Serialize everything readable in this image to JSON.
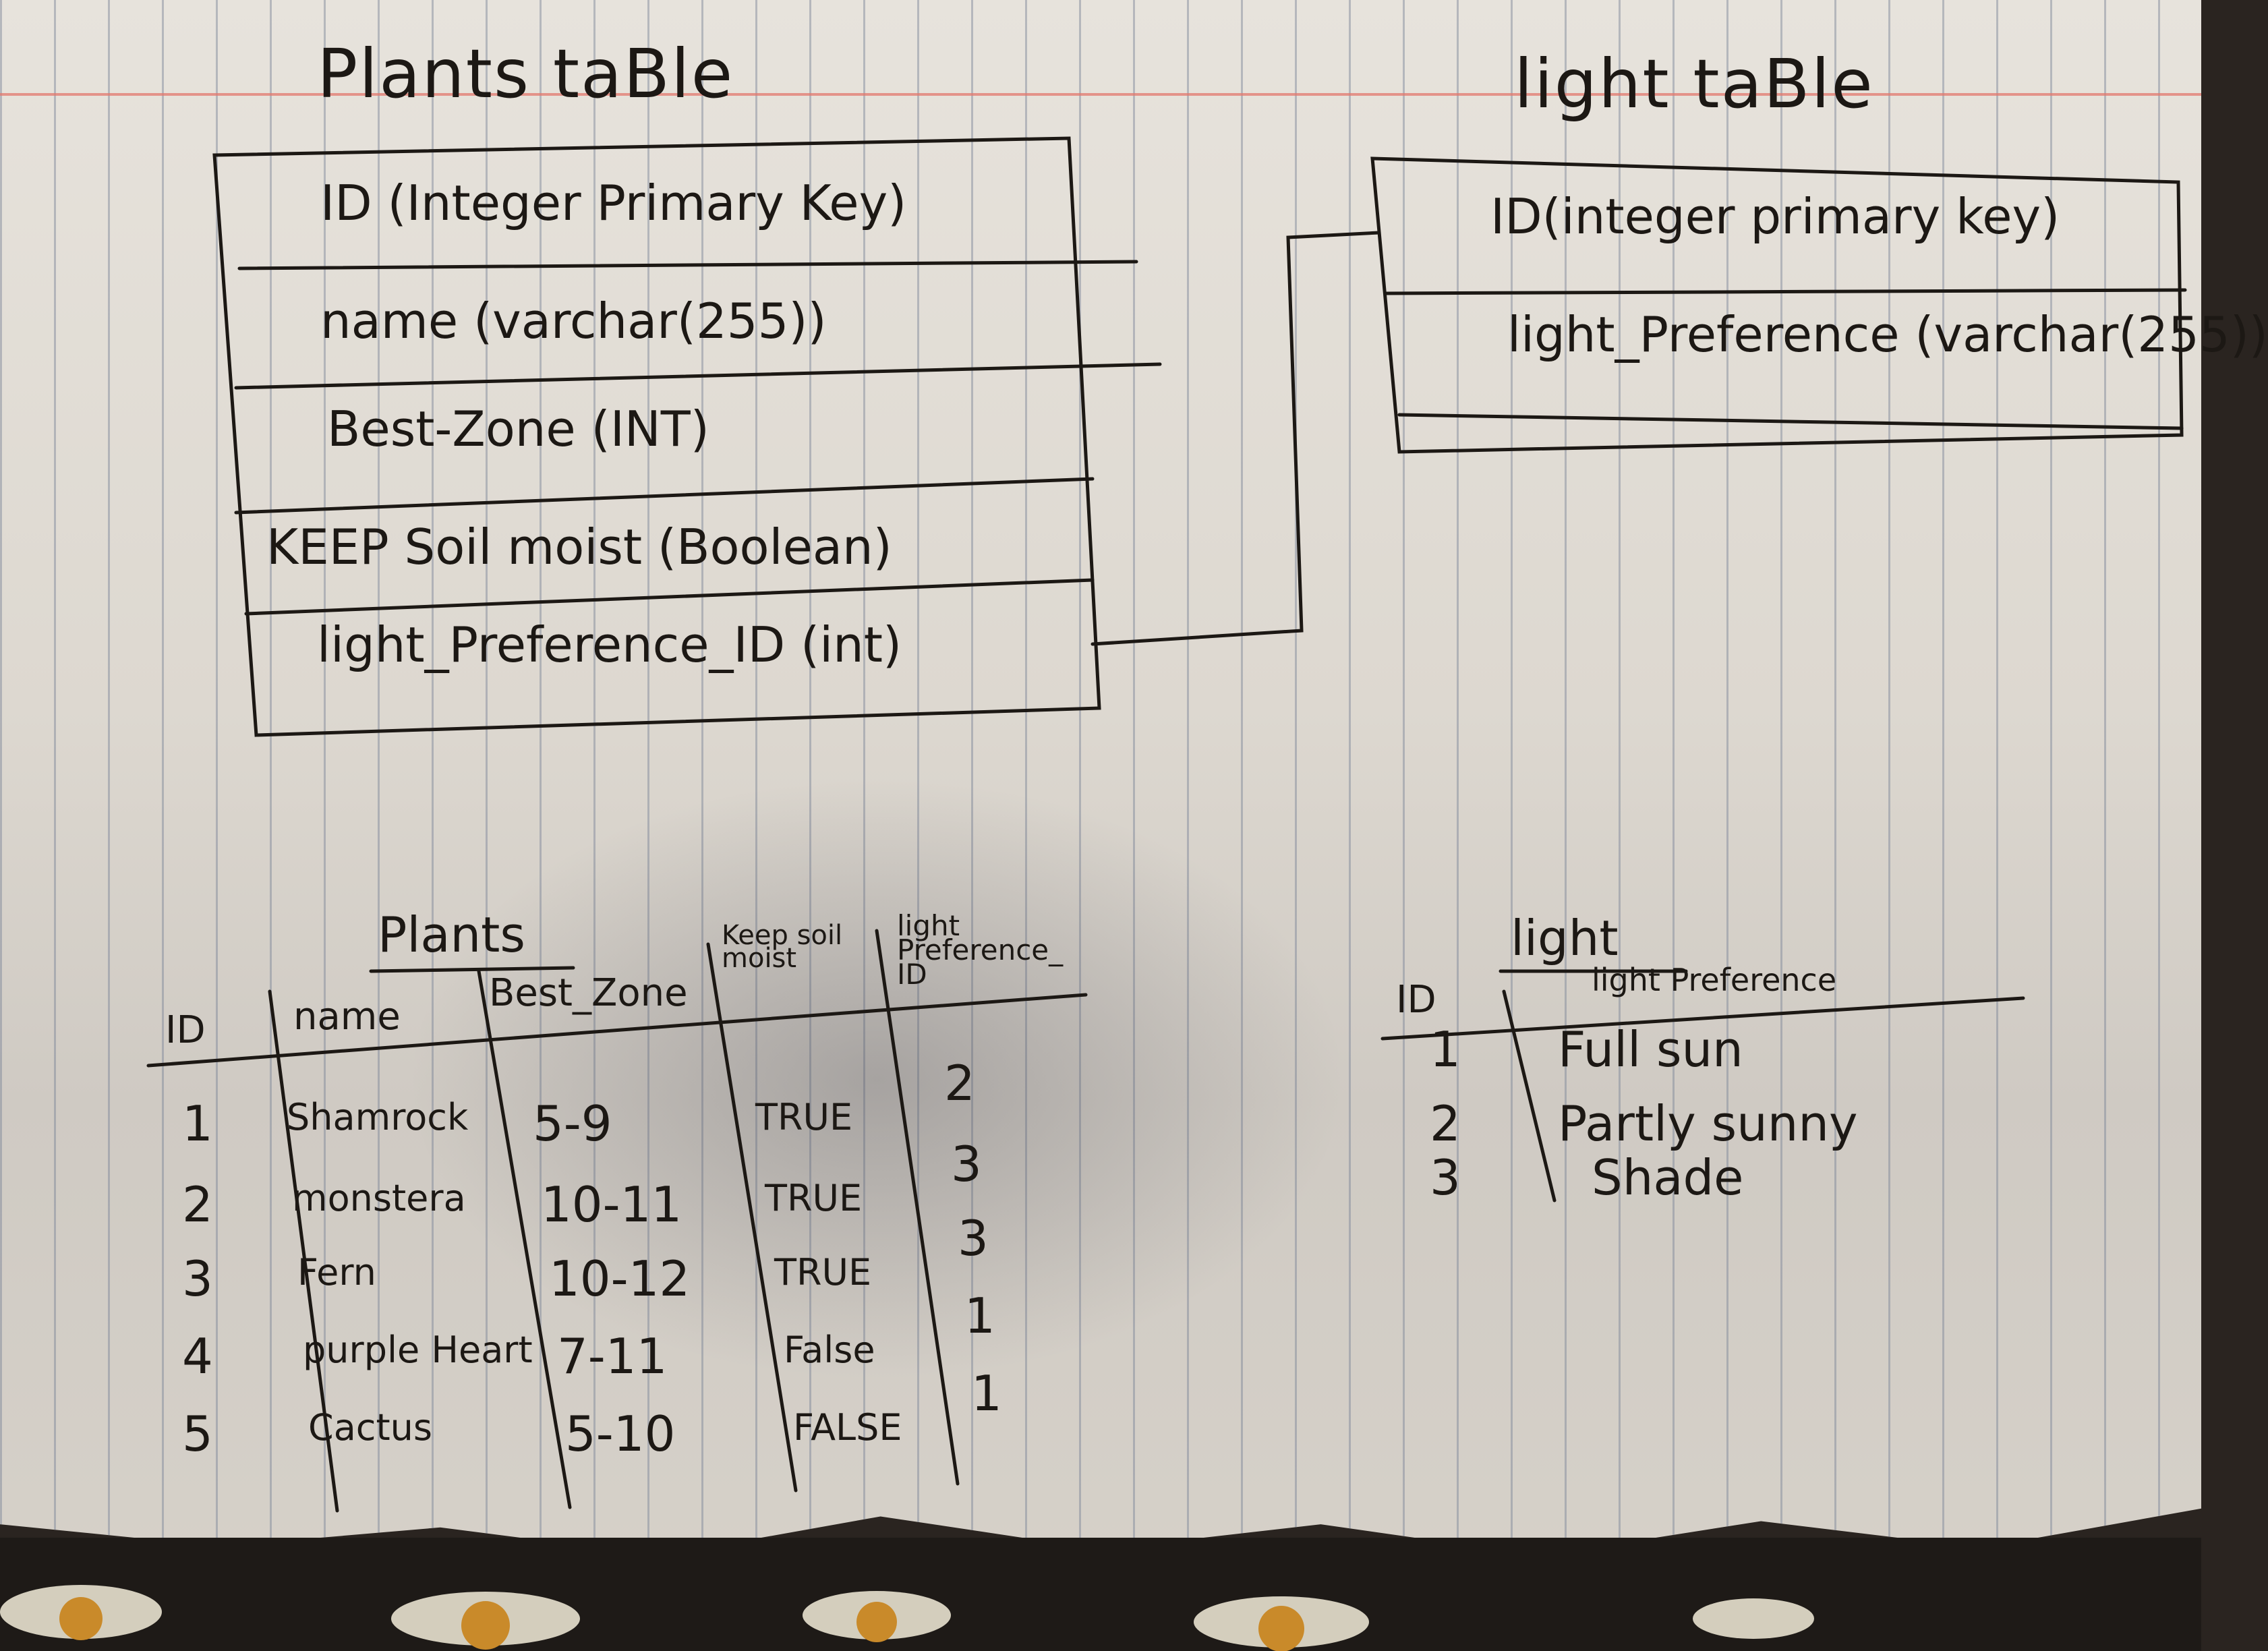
{
  "plants_table": {
    "title": "Plants taBle",
    "fields": [
      "ID (Integer Primary Key)",
      "name (varchar(255))",
      "Best-Zone (INT)",
      "KEEP Soil moist (Boolean)",
      "light_Preference_ID (int)"
    ]
  },
  "light_table": {
    "title": "light taBle",
    "fields": [
      "ID(integer primary key)",
      "light_Preference (varchar(255))"
    ]
  },
  "plants_data": {
    "title": "Plants",
    "headers": [
      "ID",
      "name",
      "Best_Zone",
      "Keep soil moist",
      "light Preference_ ID"
    ],
    "rows": [
      [
        "1",
        "Shamrock",
        "5-9",
        "TRUE",
        "2"
      ],
      [
        "2",
        "monstera",
        "10-11",
        "TRUE",
        "3"
      ],
      [
        "3",
        "Fern",
        "10-12",
        "TRUE",
        "3"
      ],
      [
        "4",
        "purple Heart",
        "7-11",
        "False",
        "1"
      ],
      [
        "5",
        "Cactus",
        "5-10",
        "FALSE",
        "1"
      ]
    ]
  },
  "light_data": {
    "title": "light",
    "headers": [
      "ID",
      "light Preference"
    ],
    "rows": [
      [
        "1",
        "Full sun"
      ],
      [
        "2",
        "Partly sunny"
      ],
      [
        "3",
        "Shade"
      ]
    ]
  },
  "colors": {
    "ink": "#1c1814",
    "paper": "#e2ded7",
    "margin_line": "#e1786e"
  }
}
